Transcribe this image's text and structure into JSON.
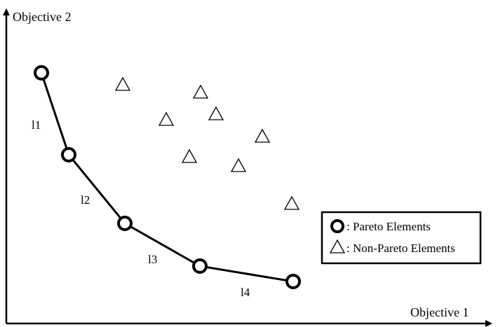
{
  "axes": {
    "x_label": "Objective 1",
    "y_label": "Objective 2"
  },
  "pareto_front": {
    "segment_labels": [
      "l1",
      "l2",
      "l3",
      "l4"
    ]
  },
  "legend": {
    "pareto_label": ": Pareto Elements",
    "non_pareto_label": ": Non-Pareto Elements"
  }
}
